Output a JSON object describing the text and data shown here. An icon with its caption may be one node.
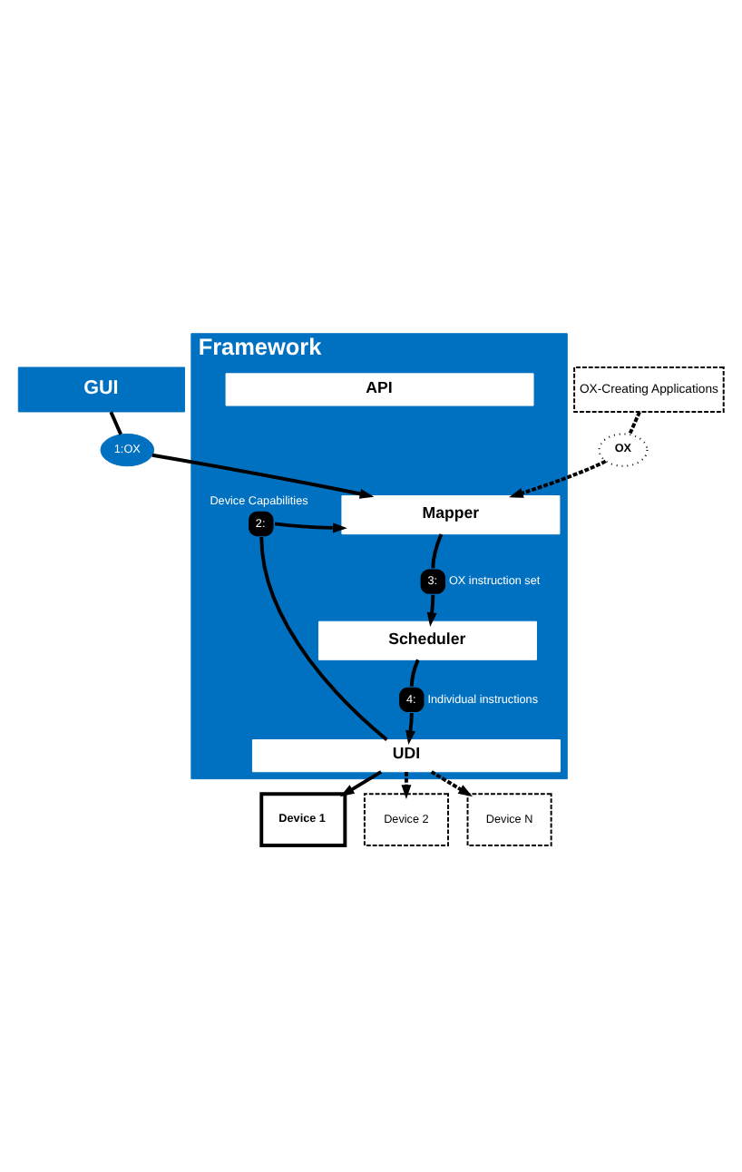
{
  "diagram": {
    "nodes": [
      {
        "text": [
          "GUI"
        ]
      },
      {
        "text": [
          "OX-Creating Applications"
        ]
      },
      {
        "text": [
          "1:OX"
        ]
      },
      {
        "text": [
          "OX"
        ]
      },
      {
        "text": [
          "Framework"
        ]
      },
      {
        "text": [
          "API"
        ],
        "in": 4
      },
      {
        "text": [
          "Mapper"
        ],
        "in": 4
      },
      {
        "text": [
          "2:"
        ],
        "in": 4,
        "beside": [
          "Device Capabilities"
        ]
      },
      {
        "text": [
          "3:"
        ],
        "in": 4,
        "beside": [
          "OX instruction set"
        ]
      },
      {
        "text": [
          "Scheduler"
        ],
        "in": 4
      },
      {
        "text": [
          "4:"
        ],
        "in": 4,
        "beside": [
          "Individual instructions"
        ]
      },
      {
        "text": [
          "UDI"
        ],
        "in": 4
      },
      {
        "text": [
          "Device 1"
        ]
      },
      {
        "text": [
          "Device 2"
        ]
      },
      {
        "text": [
          "Device N"
        ]
      }
    ],
    "edges": [
      {
        "from": 0,
        "to": 2,
        "arrow": "none"
      },
      {
        "from": 2,
        "to": 6,
        "arrow": "to"
      },
      {
        "from": 1,
        "to": 3,
        "arrow": "none",
        "style": "dashed"
      },
      {
        "from": 3,
        "to": 6,
        "arrow": "to",
        "style": "dashed"
      },
      {
        "from": 11,
        "to": 7,
        "arrow": "none"
      },
      {
        "from": 7,
        "to": 6,
        "arrow": "to"
      },
      {
        "from": 6,
        "to": 8,
        "arrow": "none"
      },
      {
        "from": 8,
        "to": 9,
        "arrow": "to"
      },
      {
        "from": 9,
        "to": 10,
        "arrow": "none"
      },
      {
        "from": 10,
        "to": 11,
        "arrow": "to"
      },
      {
        "from": 11,
        "to": 12,
        "arrow": "to"
      },
      {
        "from": 11,
        "to": 13,
        "arrow": "to",
        "style": "dashed"
      },
      {
        "from": 11,
        "to": 14,
        "arrow": "to",
        "style": "dashed"
      }
    ]
  }
}
